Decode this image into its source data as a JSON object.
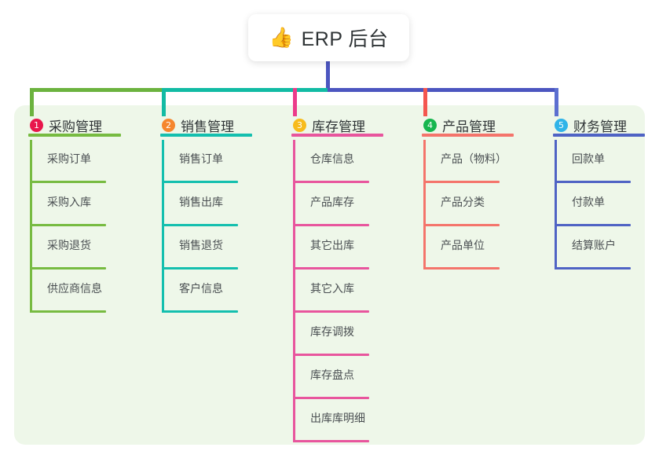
{
  "root": {
    "icon": "thumbs-up-icon",
    "emoji": "👍",
    "title": "ERP 后台"
  },
  "palette": {
    "panel_bg": "#eef7e9",
    "page_bg": "#ffffff",
    "trunk": "#4c56c0",
    "text": "#2f3436",
    "item_text": "#4a4f52"
  },
  "bus": {
    "segments": [
      {
        "name": "bus-green",
        "color": "#6cb33f"
      },
      {
        "name": "bus-teal",
        "color": "#12bba4"
      },
      {
        "name": "bus-indigo",
        "color": "#4c56c0"
      }
    ]
  },
  "columns": [
    {
      "number": "1",
      "title": "采购管理",
      "badge_color": "#e8174c",
      "line_color": "#77bb41",
      "drop_color": "#6cb33f",
      "items": [
        "采购订单",
        "采购入库",
        "采购退货",
        "供应商信息"
      ]
    },
    {
      "number": "2",
      "title": "销售管理",
      "badge_color": "#f5862e",
      "line_color": "#14bfae",
      "drop_color": "#12bba4",
      "items": [
        "销售订单",
        "销售出库",
        "销售退货",
        "客户信息"
      ]
    },
    {
      "number": "3",
      "title": "库存管理",
      "badge_color": "#f7bb1c",
      "line_color": "#e8559d",
      "drop_color": "#ec3b8a",
      "items": [
        "仓库信息",
        "产品库存",
        "其它出库",
        "其它入库",
        "库存调拨",
        "库存盘点",
        "出库库明细"
      ]
    },
    {
      "number": "4",
      "title": "产品管理",
      "badge_color": "#17b64f",
      "line_color": "#f4746b",
      "drop_color": "#f4564f",
      "items": [
        "产品（物料）",
        "产品分类",
        "产品单位"
      ]
    },
    {
      "number": "5",
      "title": "财务管理",
      "badge_color": "#30b4e8",
      "line_color": "#4f63c4",
      "drop_color": "#5c6fd0",
      "items": [
        "回款单",
        "付款单",
        "结算账户"
      ]
    }
  ]
}
